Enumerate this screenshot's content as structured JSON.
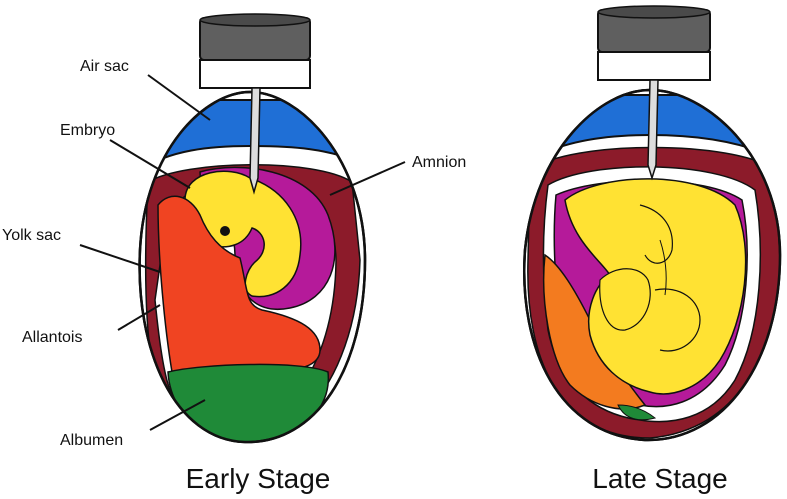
{
  "labels": {
    "air_sac": "Air sac",
    "embryo": "Embryo",
    "amnion": "Amnion",
    "yolk_sac": "Yolk sac",
    "allantois": "Allantois",
    "albumen": "Albumen"
  },
  "captions": {
    "early": "Early Stage",
    "late": "Late Stage"
  },
  "colors": {
    "air_sac": "#1f6fd6",
    "shell_membrane": "#8c1b2a",
    "amnion": "#b51a9a",
    "embryo": "#ffe233",
    "yolk_sac": "#f04422",
    "late_yolk": "#f37b1f",
    "albumen": "#1f8a38",
    "needle_cap": "#5f5f5f"
  }
}
